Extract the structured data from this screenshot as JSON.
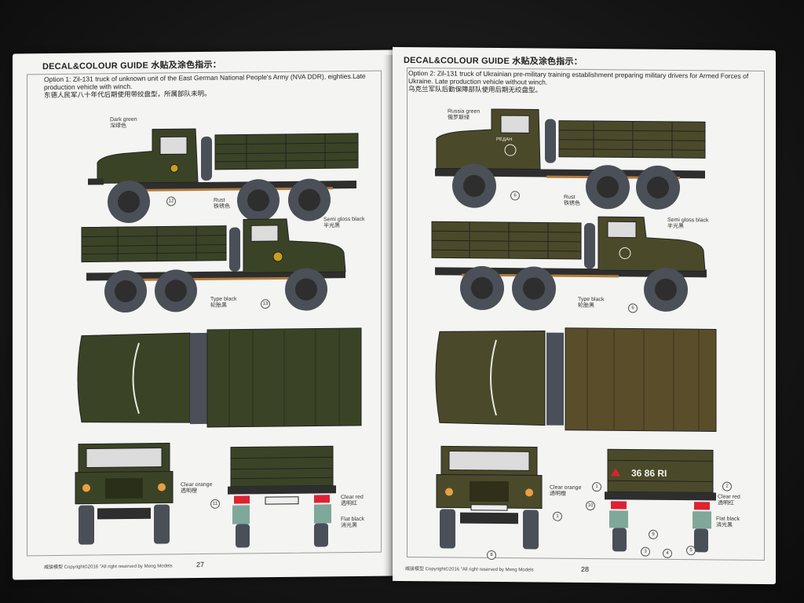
{
  "left_page": {
    "guide_title": "DECAL&COLOUR GUIDE 水贴及涂色指示：",
    "option_text": "Option 1: Zil-131 truck of unknown unit of the East German National People's Army (NVA DDR), eighties.Late production vehicle with winch.",
    "option_cn": "东德人民军八十年代后期使用带绞盘型，所属部队未明。",
    "labels": {
      "dark_green_en": "Dark green",
      "dark_green_cn": "深绿色",
      "rust_en": "Rust",
      "rust_cn": "铁锈色",
      "semi_gloss_en": "Semi gloss black",
      "semi_gloss_cn": "半光黑",
      "tyre_en": "Type black",
      "tyre_cn": "轮胎黑",
      "clear_orange_en": "Clear orange",
      "clear_orange_cn": "透明橙",
      "clear_red_en": "Clear red",
      "clear_red_cn": "透明红",
      "flat_black_en": "Flat black",
      "flat_black_cn": "消光黑"
    },
    "callouts": {
      "c1": "12",
      "c2": "13",
      "c3": "11"
    },
    "footer": "威骏模型  Copyright©2016  \"All right reserved by Meng Models",
    "page_number": "27"
  },
  "right_page": {
    "guide_title": "DECAL&COLOUR GUIDE 水贴及涂色指示：",
    "option_text": "Option 2: Zil-131 truck of Ukrainian pre-military training establishment preparing military drivers for Armed Forces of Ukraine. Late production vehicle without winch.",
    "option_cn": "乌克兰军队后勤保障部队使用后期无绞盘型。",
    "labels": {
      "russia_green_en": "Russia green",
      "russia_green_cn": "俄罗斯绿",
      "rust_en": "Rust",
      "rust_cn": "铁锈色",
      "semi_gloss_en": "Semi gloss black",
      "semi_gloss_cn": "半光黑",
      "tyre_en": "Type black",
      "tyre_cn": "轮胎黑",
      "clear_orange_en": "Clear orange",
      "clear_orange_cn": "透明橙",
      "clear_red_en": "Clear red",
      "clear_red_cn": "透明红",
      "flat_black_en": "Flat black",
      "flat_black_cn": "消光黑"
    },
    "callouts": {
      "c1": "6",
      "c2": "6",
      "c3": "1",
      "c4": "1",
      "c5": "10",
      "c6": "2",
      "c7": "3",
      "c8": "4",
      "c9": "5",
      "c10": "8",
      "c11": "9"
    },
    "plate_text": "36 86 RI",
    "door_text": "РЕДАН",
    "footer": "威骏模型  Copyright©2016  \"All right reserved by Meng Models",
    "page_number": "28"
  },
  "colors": {
    "nva_green": "#3b4326",
    "ukraine_green": "#4a4a2a",
    "tyre": "#4a4f58",
    "chassis": "#2e2e2e",
    "rust": "#b37a3a",
    "page": "#f4f4f2"
  }
}
